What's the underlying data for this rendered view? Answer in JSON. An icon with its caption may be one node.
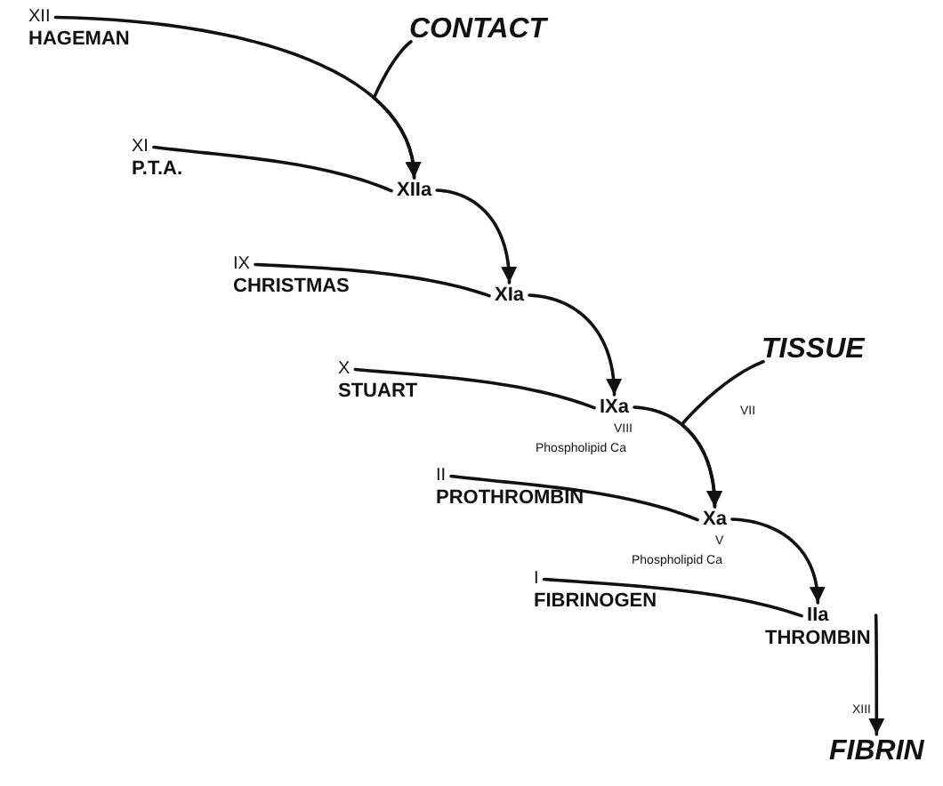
{
  "diagram": {
    "nodes": [
      {
        "text": [
          "XII",
          "HAGEMAN"
        ]
      },
      {
        "text": [
          "CONTACT"
        ]
      },
      {
        "text": [
          "XIIa"
        ]
      },
      {
        "text": [
          "XI",
          "P.T.A."
        ]
      },
      {
        "text": [
          "XIa"
        ]
      },
      {
        "text": [
          "IX",
          "CHRISTMAS"
        ]
      },
      {
        "text": [
          "X",
          "STUART"
        ]
      },
      {
        "text": [
          "IXa"
        ],
        "beside": [
          "VIII",
          "Phospholipid Ca"
        ]
      },
      {
        "text": [
          "TISSUE"
        ]
      },
      {
        "text": [
          "II",
          "PROTHROMBIN"
        ]
      },
      {
        "text": [
          "Xa"
        ],
        "beside": [
          "V",
          "Phospholipid Ca"
        ]
      },
      {
        "text": [
          "I",
          "FIBRINOGEN"
        ]
      },
      {
        "text": [
          "IIa",
          "THROMBIN"
        ]
      },
      {
        "text": [
          "FIBRIN"
        ]
      }
    ],
    "edges": [
      {
        "from": 0,
        "to": 2,
        "arrow": "to"
      },
      {
        "from": 1,
        "to": 2,
        "arrow": "to"
      },
      {
        "from": 3,
        "to": 2,
        "arrow": "none"
      },
      {
        "from": 2,
        "to": 4,
        "arrow": "to"
      },
      {
        "from": 5,
        "to": 4,
        "arrow": "none"
      },
      {
        "from": 4,
        "to": 7,
        "arrow": "to"
      },
      {
        "from": 6,
        "to": 7,
        "arrow": "none"
      },
      {
        "from": 7,
        "to": 10,
        "arrow": "to"
      },
      {
        "from": 8,
        "to": 10,
        "arrow": "to",
        "label": "VII"
      },
      {
        "from": 9,
        "to": 10,
        "arrow": "none"
      },
      {
        "from": 10,
        "to": 12,
        "arrow": "to"
      },
      {
        "from": 11,
        "to": 12,
        "arrow": "none"
      },
      {
        "from": 12,
        "to": 13,
        "arrow": "to",
        "label": "XIII"
      }
    ]
  }
}
